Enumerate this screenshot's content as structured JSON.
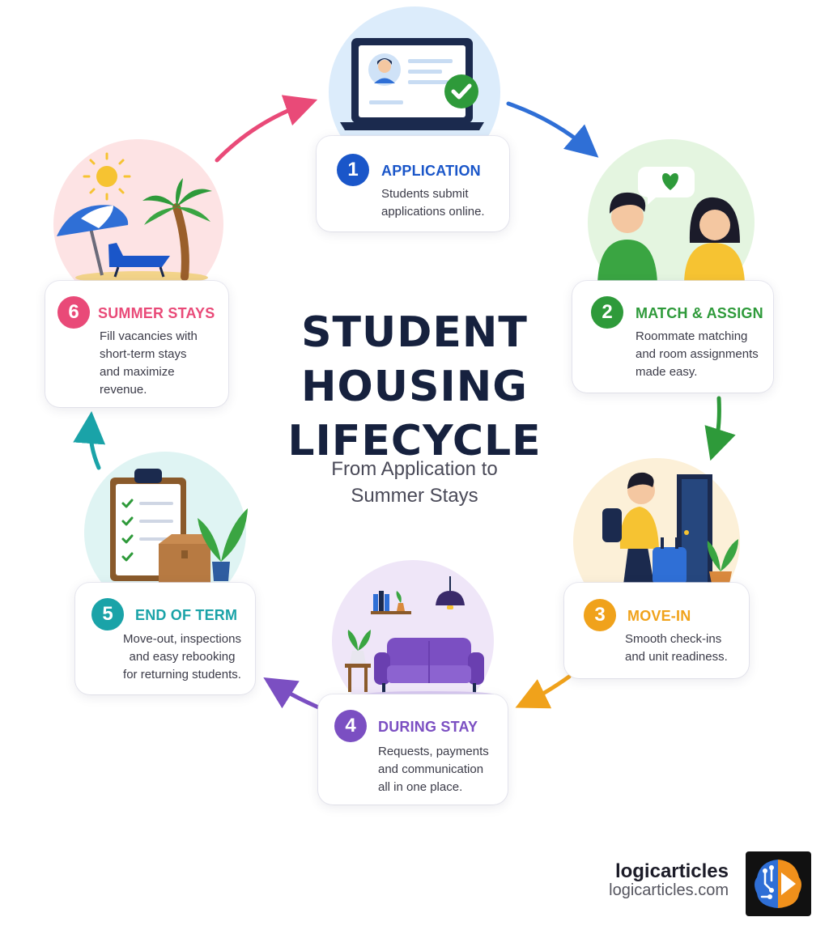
{
  "title": {
    "line1": "STUDENT",
    "line2": "HOUSING",
    "line3": "LIFECYCLE"
  },
  "subtitle": {
    "line1": "From Application to",
    "line2": "Summer Stays"
  },
  "steps": [
    {
      "number": "1",
      "title": "APPLICATION",
      "desc": [
        "Students submit",
        "applications online."
      ],
      "color": "#1a56c9",
      "icon": "laptop-application-icon"
    },
    {
      "number": "2",
      "title": "MATCH & ASSIGN",
      "desc": [
        "Roommate matching",
        "and room assignments",
        "made easy."
      ],
      "color": "#2e9a3a",
      "icon": "roommates-icon"
    },
    {
      "number": "3",
      "title": "MOVE-IN",
      "desc": [
        "Smooth check-ins",
        "and unit readiness."
      ],
      "color": "#f0a21b",
      "icon": "move-in-icon"
    },
    {
      "number": "4",
      "title": "DURING STAY",
      "desc": [
        "Requests, payments",
        "and communication",
        "all in one place."
      ],
      "color": "#7b4fc2",
      "icon": "living-room-icon"
    },
    {
      "number": "5",
      "title": "END OF TERM",
      "desc": [
        "Move-out, inspections",
        "and easy rebooking",
        "for returning students."
      ],
      "color": "#1aa3a8",
      "icon": "checklist-box-icon"
    },
    {
      "number": "6",
      "title": "SUMMER STAYS",
      "desc": [
        "Fill vacancies with",
        "short-term stays",
        "and maximize",
        "revenue."
      ],
      "color": "#e94a78",
      "icon": "beach-icon"
    }
  ],
  "brand": {
    "name": "logicarticles",
    "url": "logicarticles.com"
  },
  "colors": {
    "title": "#16213e",
    "arrow_pink": "#e94a78",
    "arrow_blue": "#2f6fd6",
    "arrow_green": "#2e9a3a",
    "arrow_orange": "#f0a21b",
    "arrow_purple": "#7b4fc2",
    "arrow_teal": "#1aa3a8"
  }
}
